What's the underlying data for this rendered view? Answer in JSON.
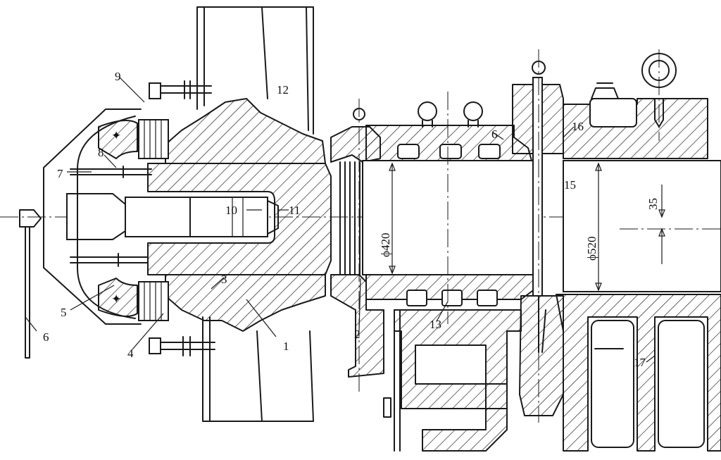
{
  "labels": {
    "l1": "1",
    "l2": "2",
    "l3": "3",
    "l4": "4",
    "l5": "5",
    "l6a": "6",
    "l6b": "6",
    "l7": "7",
    "l8": "8",
    "l9": "9",
    "l10": "10",
    "l11": "11",
    "l12": "12",
    "l13": "13",
    "l15": "15",
    "l16": "16",
    "l17": "17"
  },
  "dimensions": {
    "d420": "ϕ420",
    "d520": "ϕ520",
    "d35": "35"
  }
}
